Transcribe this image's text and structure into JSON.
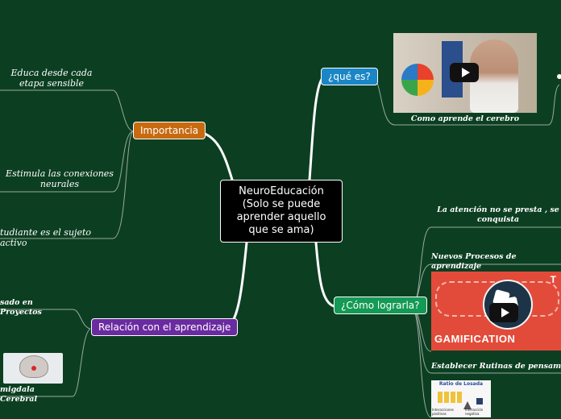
{
  "central": {
    "line1": "NeuroEducación",
    "line2": "(Solo se puede",
    "line3": "aprender aquello",
    "line4": "que se ama)"
  },
  "topics": {
    "importancia": {
      "label": "Importancia",
      "color": "#c86a10"
    },
    "que_es": {
      "label": "¿qué es?",
      "color": "#1a86c6"
    },
    "como_lograrla": {
      "label": "¿Cómo lograrla?",
      "color": "#149a55"
    },
    "relacion": {
      "label": "Relación con el aprendizaje",
      "color": "#6a2aa0"
    }
  },
  "importancia_items": {
    "i1": "Educa desde cada etapa sensible",
    "i2": "Estimula las conexiones neurales",
    "i3": "tudiante es el sujeto activo"
  },
  "que_es_items": {
    "video_caption": "Como aprende el cerebro"
  },
  "como_items": {
    "c1": "La atención no se presta , se conquista",
    "c2": "Nuevos Procesos de aprendizaje",
    "c3_banner": "GAMIFICATION",
    "c3_corner": "T",
    "c4": "Establecer Rutinas de pensamiento",
    "c5_img_title": "Ratio de Losada",
    "c5_img_left": "Interacciones positivas",
    "c5_img_right": "Interacción negativa"
  },
  "relacion_items": {
    "r1": "sado en Proyectos",
    "r2": "migdala Cerebral"
  }
}
